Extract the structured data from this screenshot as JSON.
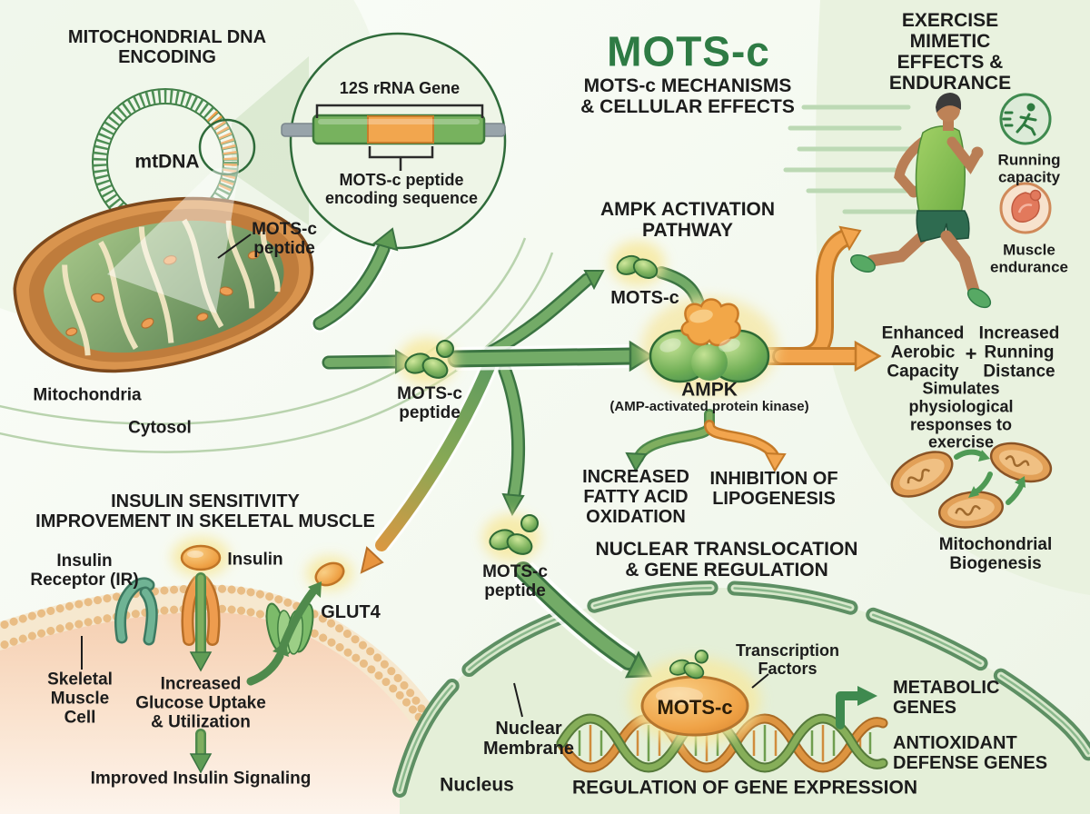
{
  "colors": {
    "accent_green": "#2e7b44",
    "arrow_green": "#6fae68",
    "arrow_orange": "#f2a54e",
    "panel_green": "#e9f2df"
  },
  "mito": {
    "title": "MITOCHONDRIAL DNA\nENCODING",
    "mtdna": "mtDNA",
    "gene": "12S rRNA Gene",
    "encoding": "MOTS-c peptide\nencoding sequence",
    "peptide_callout": "MOTS-c\npeptide",
    "mitochondria": "Mitochondria",
    "cytosol": "Cytosol"
  },
  "header": {
    "title": "MOTS-c",
    "subtitle": "MOTS-c MECHANISMS\n& CELLULAR EFFECTS"
  },
  "exercise": {
    "title": "EXERCISE MIMETIC\nEFFECTS & ENDURANCE",
    "running_capacity": "Running\ncapacity",
    "muscle_endurance": "Muscle\nendurance",
    "enhanced": "Enhanced\nAerobic\nCapacity",
    "plus": "+",
    "increased": "Increased\nRunning\nDistance",
    "simulates": "Simulates physiological\nresponses to exercise",
    "biogenesis": "Mitochondrial\nBiogenesis"
  },
  "ampk": {
    "title": "AMPK ACTIVATION\nPATHWAY",
    "motsc": "MOTS-c",
    "name": "AMPK",
    "full": "(AMP-activated protein kinase)",
    "fatty": "INCREASED\nFATTY ACID\nOXIDATION",
    "lipo": "INHIBITION OF\nLIPOGENESIS"
  },
  "peptide1": "MOTS-c\npeptide",
  "peptide2": "MOTS-c\npeptide",
  "insulin": {
    "title": "INSULIN SENSITIVITY\nIMPROVEMENT IN SKELETAL MUSCLE",
    "receptor": "Insulin\nReceptor (IR)",
    "insulin": "Insulin",
    "glut4": "GLUT4",
    "cell": "Skeletal\nMuscle\nCell",
    "uptake": "Increased\nGlucose Uptake\n& Utilization",
    "signaling": "Improved Insulin Signaling"
  },
  "nucleus": {
    "title": "NUCLEAR TRANSLOCATION\n& GENE REGULATION",
    "membrane": "Nuclear\nMembrane",
    "nucleus": "Nucleus",
    "motsc": "MOTS-c",
    "tf": "Transcription\nFactors",
    "metabolic": "METABOLIC\nGENES",
    "antioxidant": "ANTIOXIDANT\nDEFENSE GENES",
    "regulation": "REGULATION OF GENE EXPRESSION"
  }
}
